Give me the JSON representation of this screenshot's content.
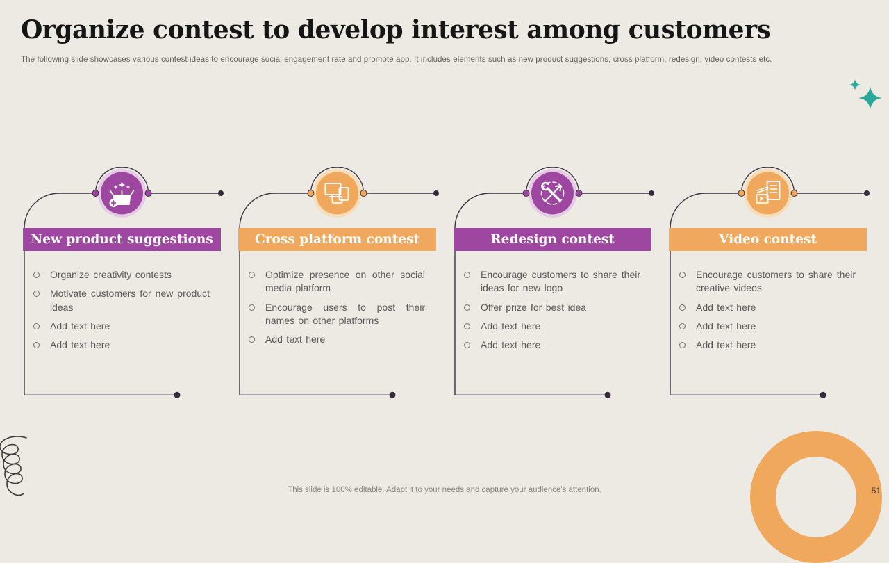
{
  "slide": {
    "title": "Organize contest to develop interest among customers",
    "subtitle": "The following slide showcases various contest ideas to encourage social engagement rate and promote app. It includes elements such as new product suggestions, cross platform, redesign, video contests etc.",
    "footer": "This slide is 100% editable. Adapt it to your needs and capture your audience's attention.",
    "page_number": "51"
  },
  "colors": {
    "background": "#edeae3",
    "purple": "#9e47a0",
    "orange": "#f0a85d",
    "teal": "#2aa89c",
    "line": "#3a3142",
    "body_text": "#595957"
  },
  "cards": [
    {
      "title": "New product suggestions",
      "theme": "purple",
      "icon": "gift-box-icon",
      "bullets": [
        "Organize creativity contests",
        "Motivate customers for new product ideas",
        "Add text here",
        "Add text here"
      ]
    },
    {
      "title": "Cross platform contest",
      "theme": "orange",
      "icon": "cross-platform-devices-icon",
      "bullets": [
        "Optimize presence on other social media platform",
        "Encourage users to post their names on other platforms",
        "Add text here"
      ]
    },
    {
      "title": "Redesign contest",
      "theme": "purple",
      "icon": "wrench-arrow-icon",
      "bullets": [
        "Encourage customers to share their ideas for new logo",
        "Offer prize for best idea",
        "Add text here",
        "Add text here"
      ]
    },
    {
      "title": "Video contest",
      "theme": "orange",
      "icon": "video-document-icon",
      "bullets": [
        "Encourage customers to share their creative videos",
        "Add text here",
        "Add text here",
        "Add text here"
      ]
    }
  ]
}
